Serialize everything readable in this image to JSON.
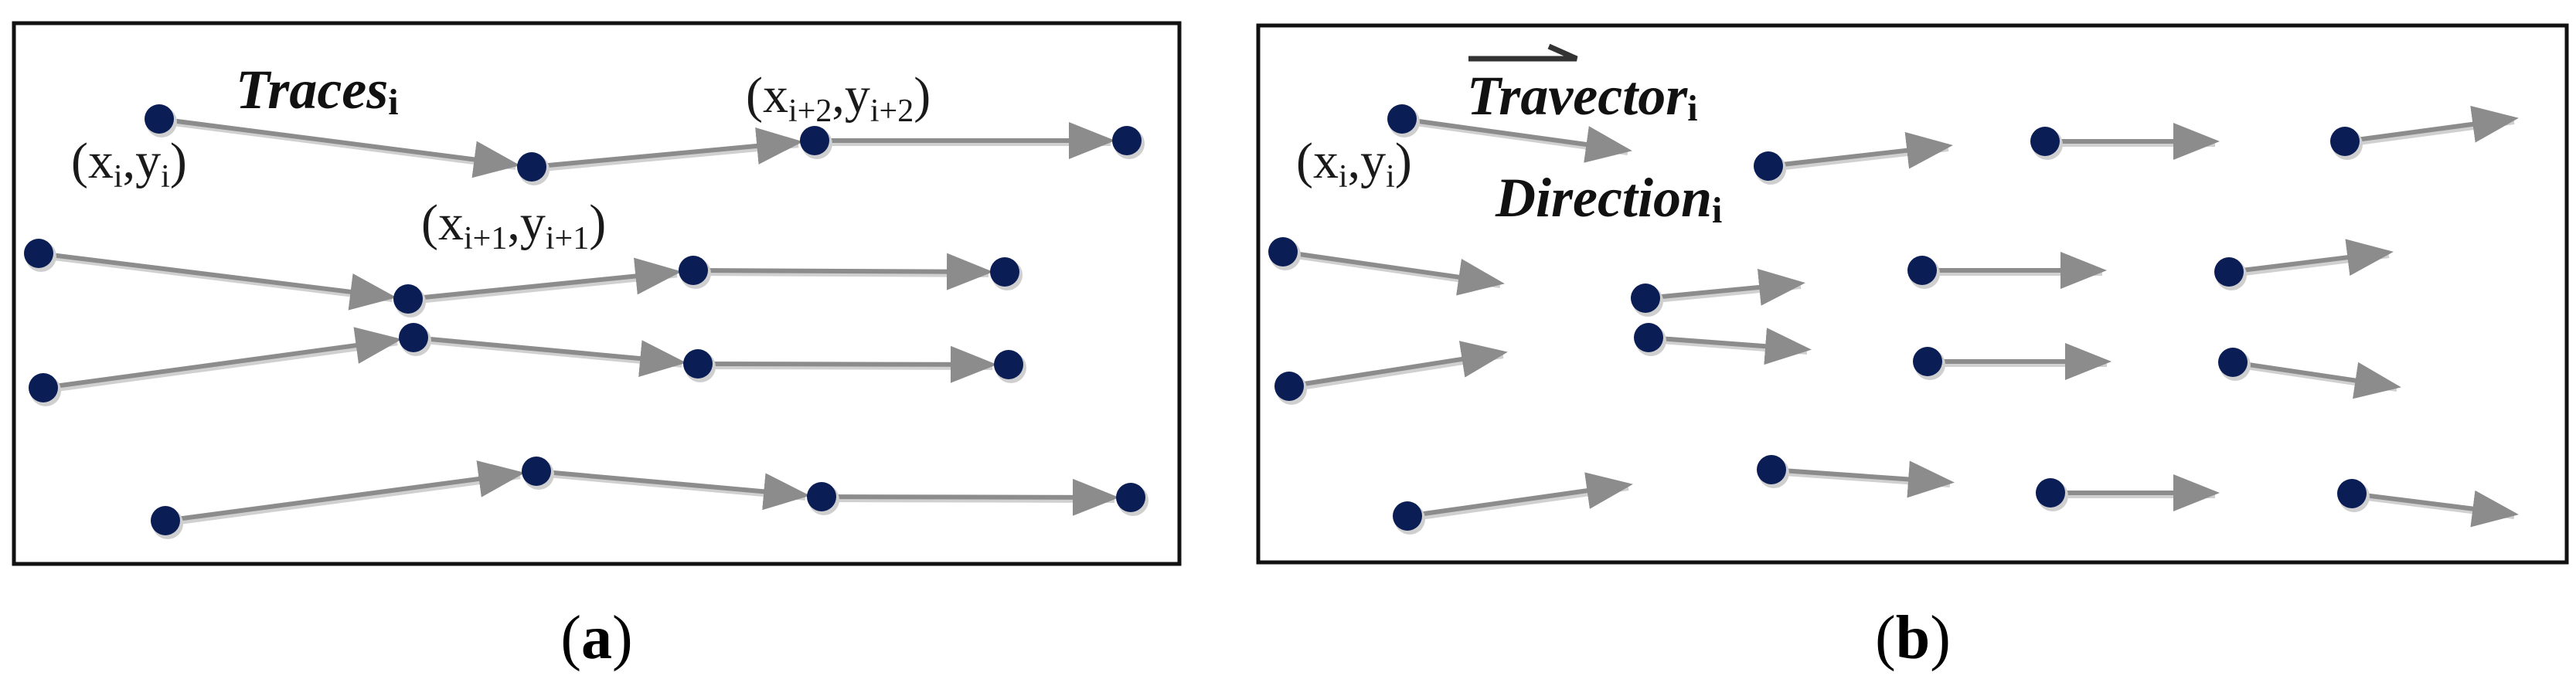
{
  "colors": {
    "point": "#0b1d55",
    "arrow": "#8c8c8c",
    "frame": "#111111",
    "text": "#111111"
  },
  "panel_a": {
    "caption_letter": "a",
    "title_word": "Traces",
    "title_sub": "i",
    "labels": [
      {
        "base": "x",
        "sub": "i",
        "base2": "y",
        "sub2": "i"
      },
      {
        "base": "x",
        "sub": "i+1",
        "base2": "y",
        "sub2": "i+1"
      },
      {
        "base": "x",
        "sub": "i+2",
        "base2": "y",
        "sub2": "i+2"
      }
    ],
    "trace_count": 4,
    "points_per_trace": 4
  },
  "panel_b": {
    "caption_letter": "b",
    "title_word": "Travector",
    "title_sub": "i",
    "direction_word": "Direction",
    "direction_sub": "i",
    "labels": [
      {
        "base": "x",
        "sub": "i",
        "base2": "y",
        "sub2": "i"
      }
    ],
    "vector_count": 16
  }
}
